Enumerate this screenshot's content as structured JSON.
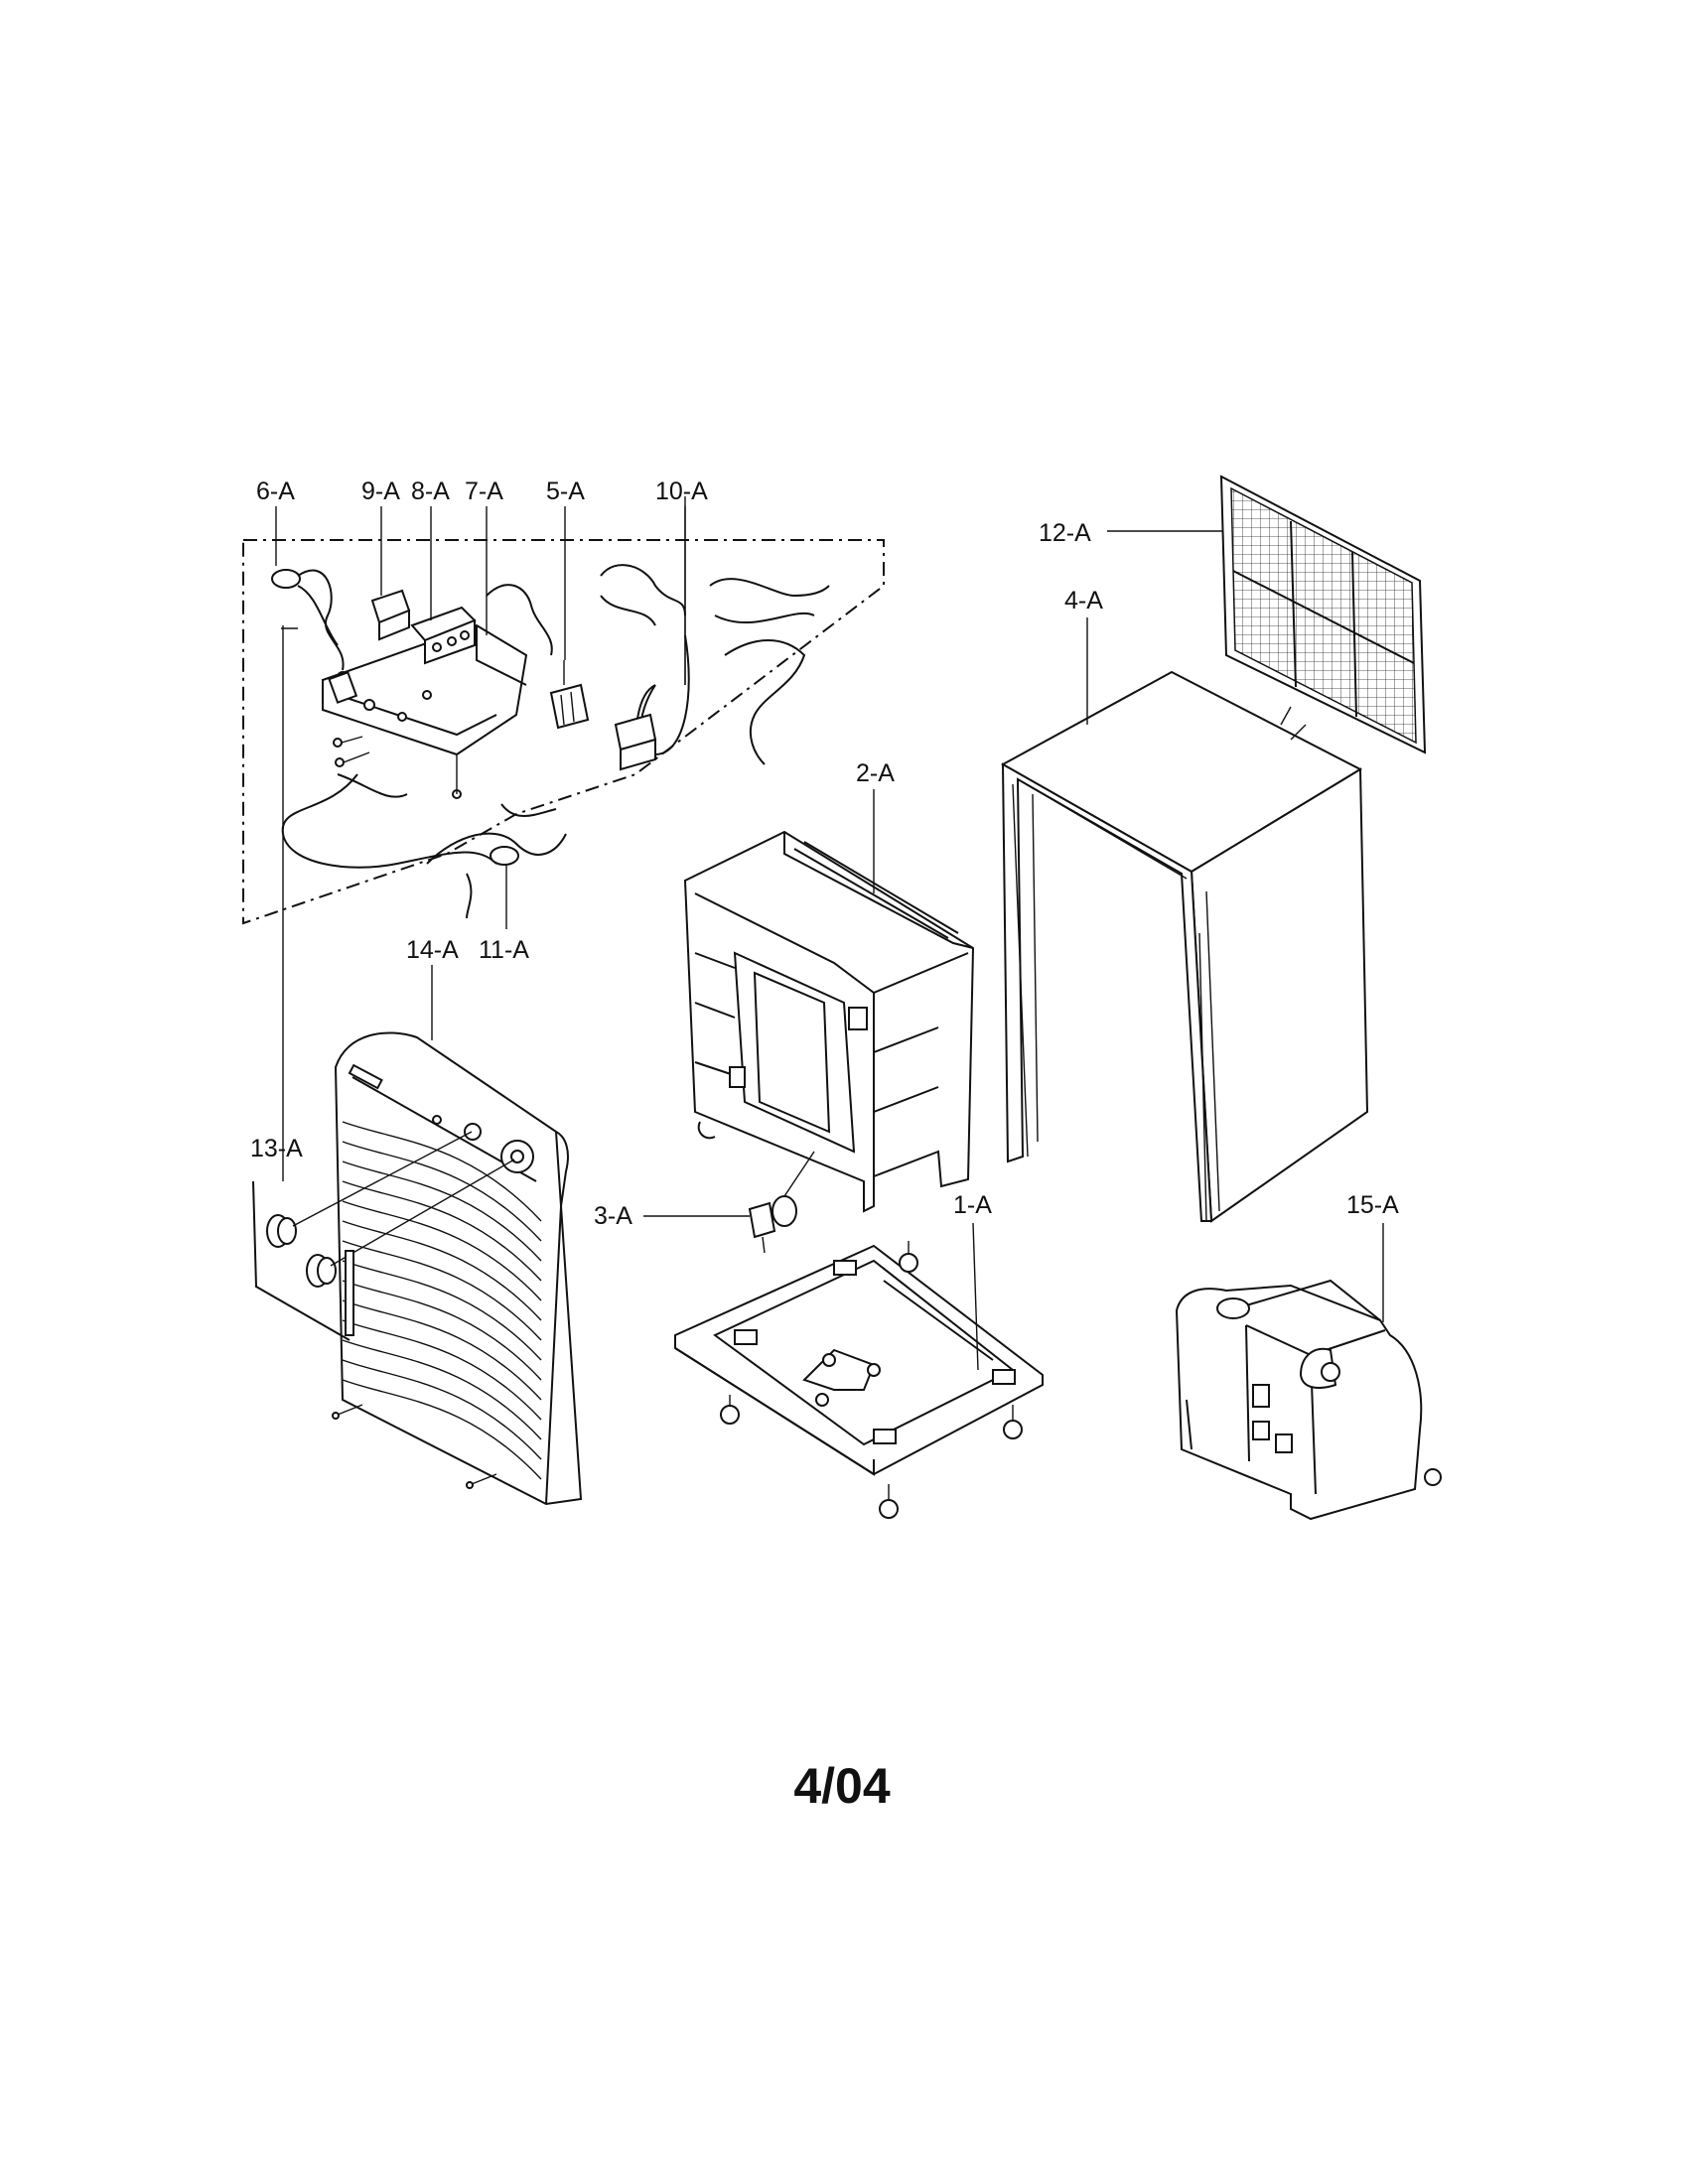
{
  "callouts": {
    "c1": "1-A",
    "c2": "2-A",
    "c3": "3-A",
    "c4": "4-A",
    "c5": "5-A",
    "c6": "6-A",
    "c7": "7-A",
    "c8": "8-A",
    "c9": "9-A",
    "c10": "10-A",
    "c11": "11-A",
    "c12": "12-A",
    "c13": "13-A",
    "c14": "14-A",
    "c15": "15-A"
  },
  "footer": {
    "code": "4/04"
  }
}
